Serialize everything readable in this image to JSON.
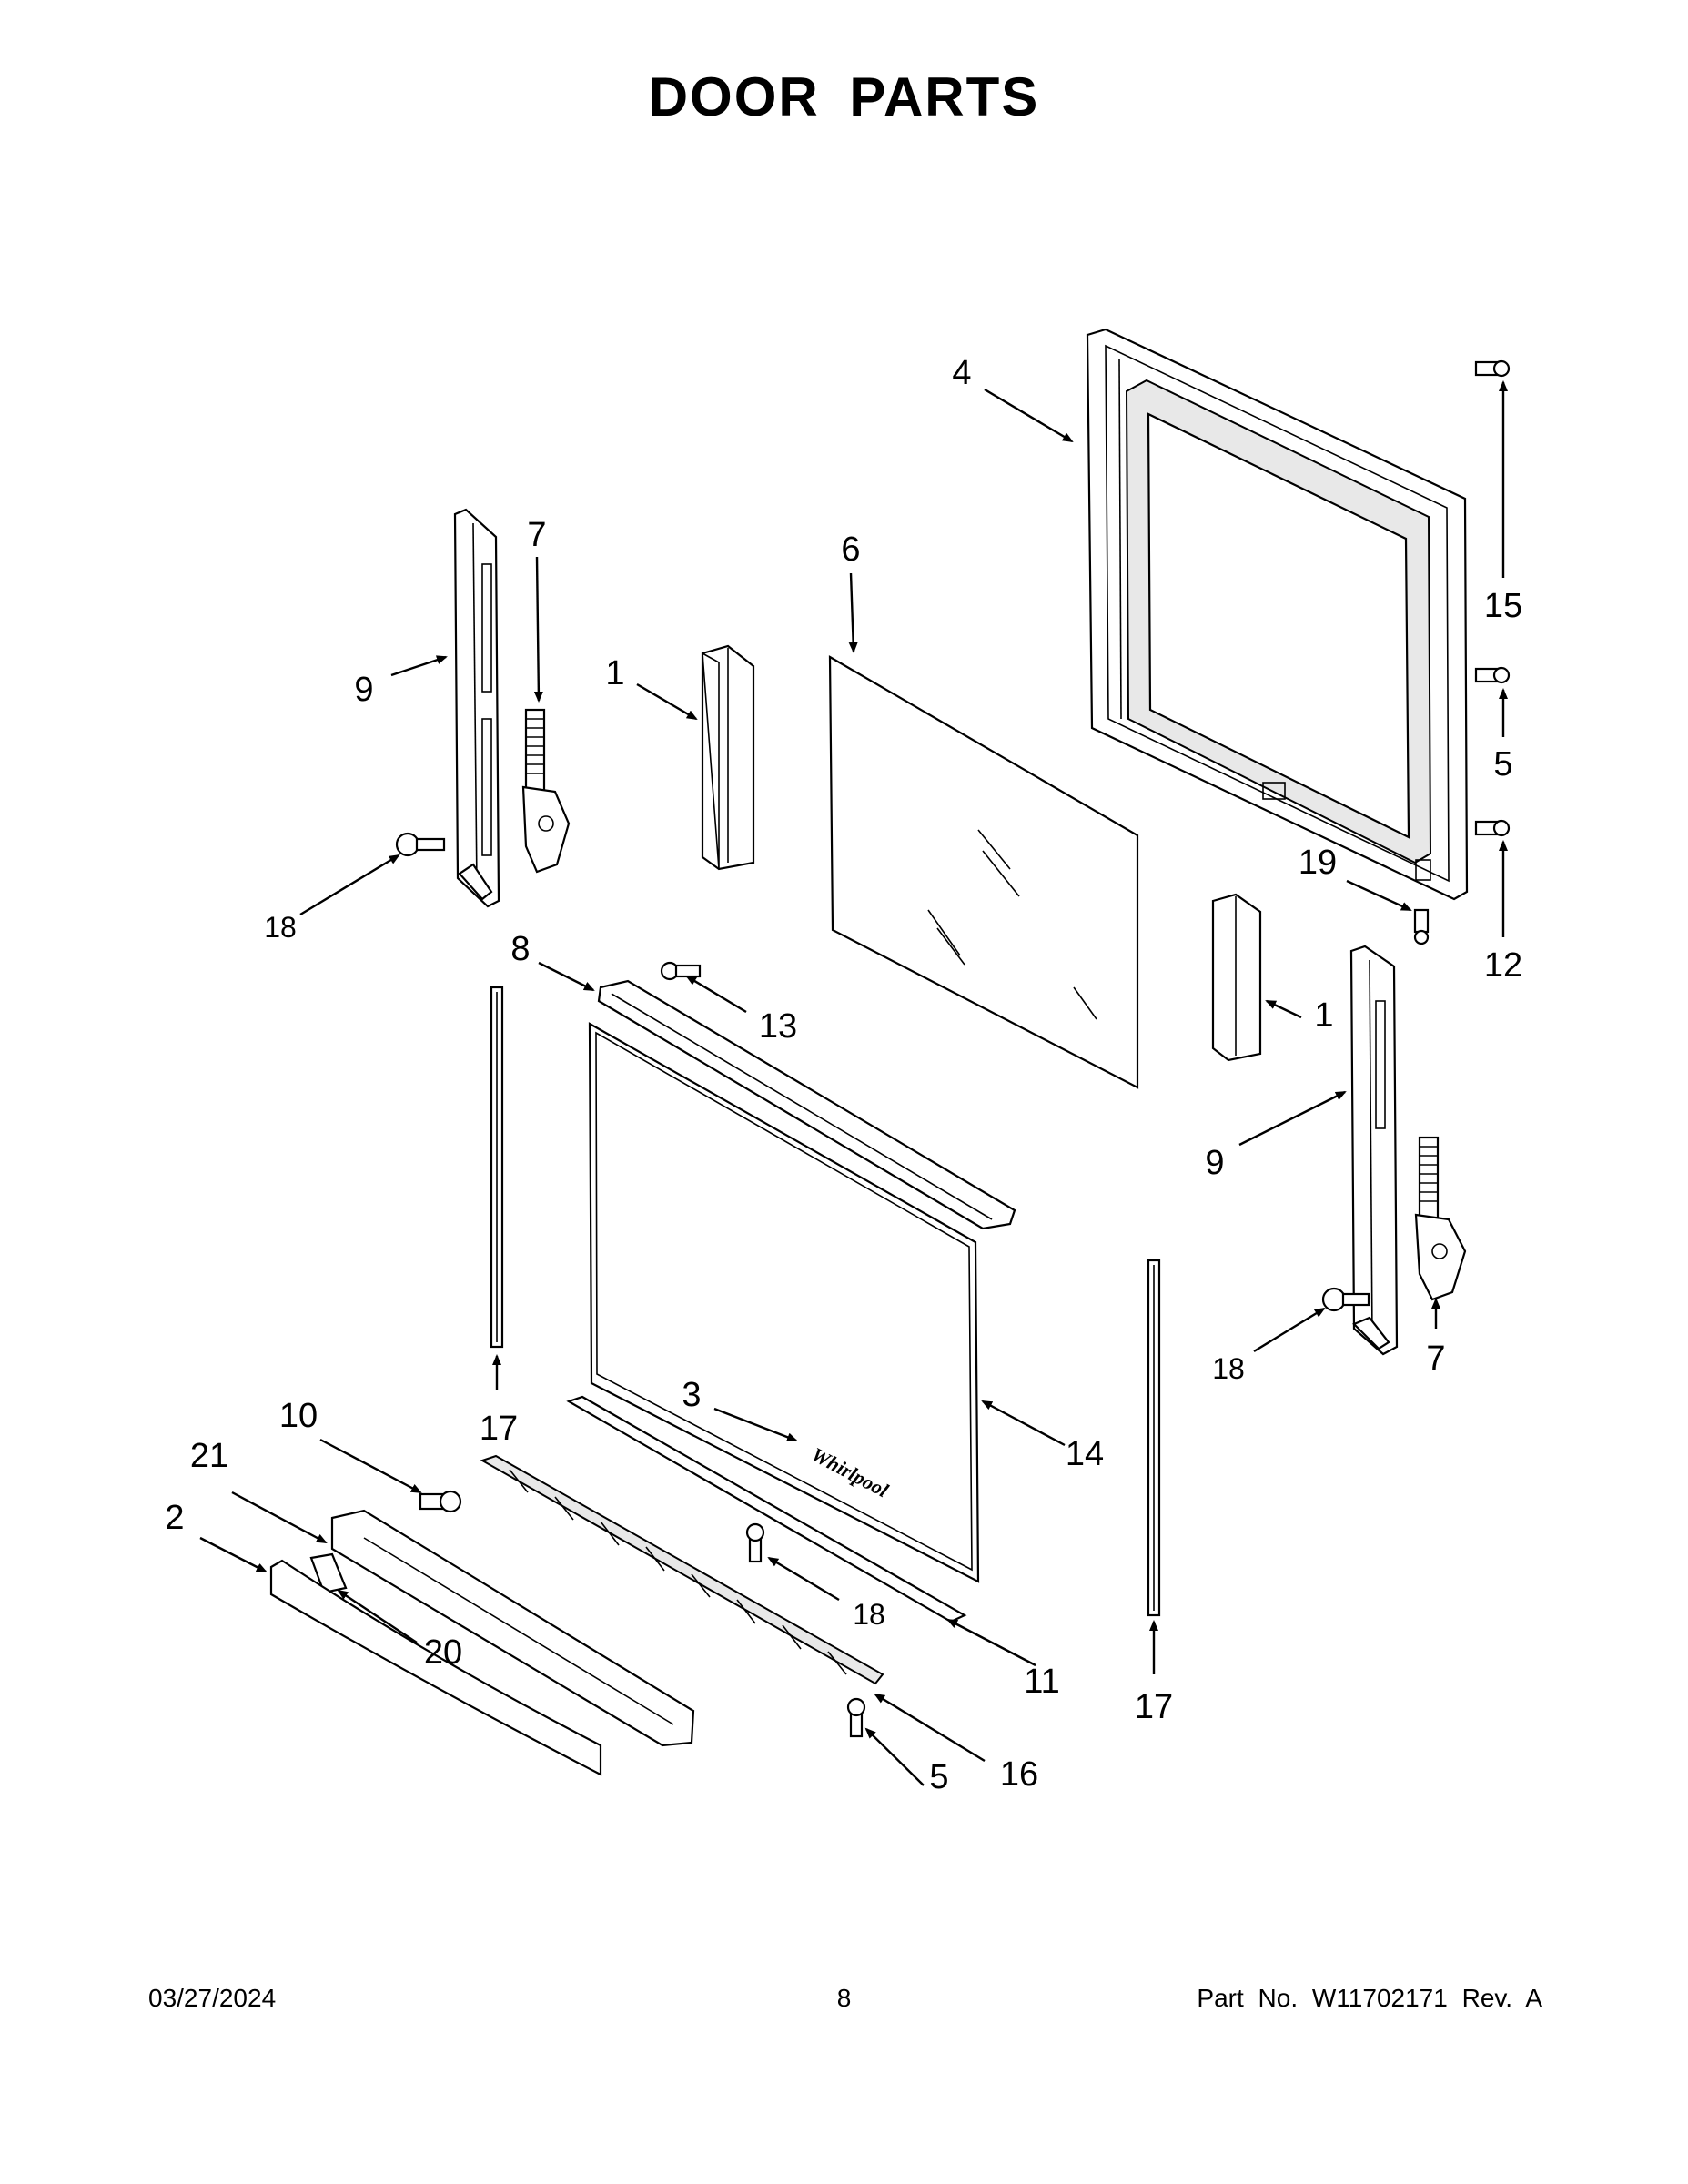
{
  "page": {
    "title": "DOOR PARTS",
    "footer": {
      "date": "03/27/2024",
      "page_number": "8",
      "part_number": "Part No.  W11702171  Rev.  A"
    }
  },
  "diagram": {
    "brand_mark": "Whirlpool",
    "callouts": [
      {
        "id": "c4",
        "label": "4"
      },
      {
        "id": "c6",
        "label": "6"
      },
      {
        "id": "c7a",
        "label": "7"
      },
      {
        "id": "c9a",
        "label": "9"
      },
      {
        "id": "c1a",
        "label": "1"
      },
      {
        "id": "c18a",
        "label": "18"
      },
      {
        "id": "c15",
        "label": "15"
      },
      {
        "id": "c5a",
        "label": "5"
      },
      {
        "id": "c19",
        "label": "19"
      },
      {
        "id": "c12",
        "label": "12"
      },
      {
        "id": "c8",
        "label": "8"
      },
      {
        "id": "c13",
        "label": "13"
      },
      {
        "id": "c1b",
        "label": "1"
      },
      {
        "id": "c9b",
        "label": "9"
      },
      {
        "id": "c18b",
        "label": "18"
      },
      {
        "id": "c7b",
        "label": "7"
      },
      {
        "id": "c17a",
        "label": "17"
      },
      {
        "id": "c10",
        "label": "10"
      },
      {
        "id": "c21",
        "label": "21"
      },
      {
        "id": "c2",
        "label": "2"
      },
      {
        "id": "c20",
        "label": "20"
      },
      {
        "id": "c3",
        "label": "3"
      },
      {
        "id": "c14",
        "label": "14"
      },
      {
        "id": "c18c",
        "label": "18"
      },
      {
        "id": "c11",
        "label": "11"
      },
      {
        "id": "c16",
        "label": "16"
      },
      {
        "id": "c5b",
        "label": "5"
      },
      {
        "id": "c17b",
        "label": "17"
      }
    ]
  }
}
